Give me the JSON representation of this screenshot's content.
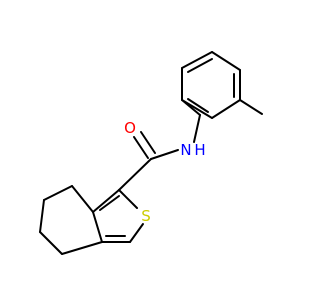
{
  "molecule": {
    "atoms": {
      "oxygen": {
        "label": "O",
        "color": "#ff0000"
      },
      "nitrogen": {
        "label": "N",
        "color": "#0000ff"
      },
      "hydrogen": {
        "label": "H",
        "color": "#0000ff"
      },
      "sulfur": {
        "label": "S",
        "color": "#cccc00"
      }
    },
    "bond_color": "#000000"
  }
}
